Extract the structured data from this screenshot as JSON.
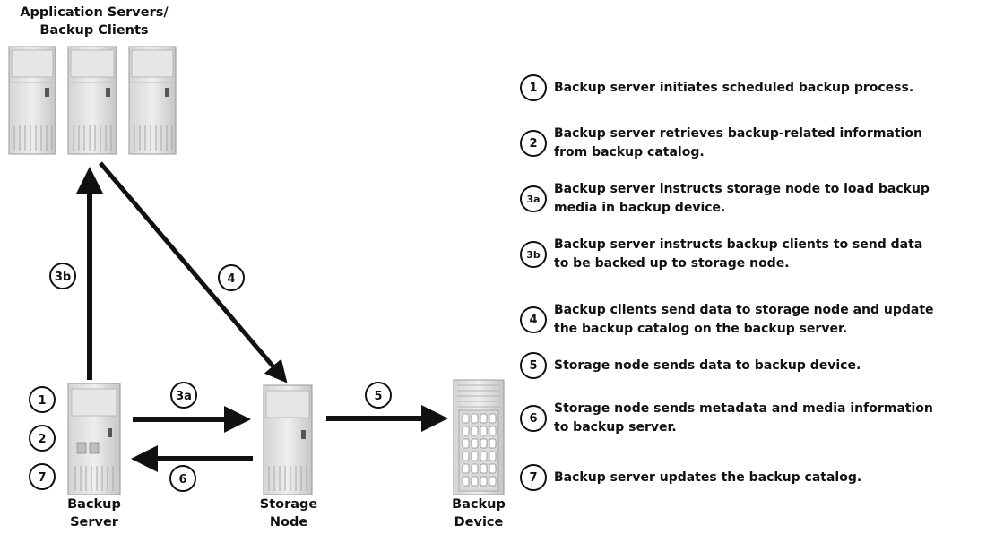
{
  "nodes": {
    "app_servers": "Application Servers/\nBackup Clients",
    "backup_server": "Backup\nServer",
    "storage_node": "Storage\nNode",
    "backup_device": "Backup\nDevice"
  },
  "flow_labels": {
    "l3b": "3b",
    "l4": "4",
    "l3a": "3a",
    "l5": "5",
    "l6": "6",
    "server_1": "1",
    "server_2": "2",
    "server_7": "7"
  },
  "steps": [
    {
      "num": "1",
      "text": "Backup server initiates scheduled backup process."
    },
    {
      "num": "2",
      "text": "Backup server retrieves backup-related information\nfrom backup catalog."
    },
    {
      "num": "3a",
      "text": "Backup server instructs storage node to load backup\nmedia in backup device."
    },
    {
      "num": "3b",
      "text": "Backup server instructs backup clients to send data\nto be backed up to storage node."
    },
    {
      "num": "4",
      "text": "Backup clients send data to storage node and update\nthe backup catalog on the backup server."
    },
    {
      "num": "5",
      "text": "Storage node sends data to backup device."
    },
    {
      "num": "6",
      "text": "Storage node sends metadata and media information\nto backup server."
    },
    {
      "num": "7",
      "text": "Backup server updates the backup catalog."
    }
  ]
}
